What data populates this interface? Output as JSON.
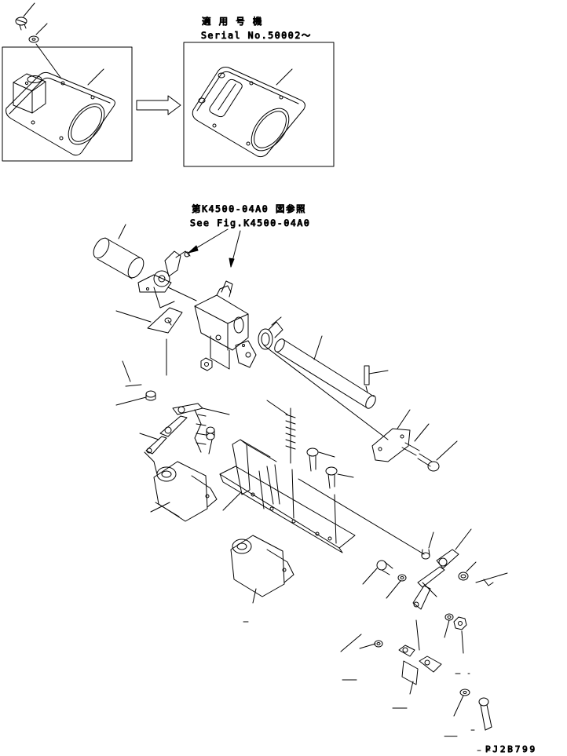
{
  "serial_note": {
    "jp": "適 用 号 機",
    "en": "Serial No.50002～"
  },
  "fig_ref": {
    "jp": "第K4500-04A0 図参照",
    "en": "See Fig.K4500-04A0"
  },
  "drawing_code": "PJ2B799"
}
